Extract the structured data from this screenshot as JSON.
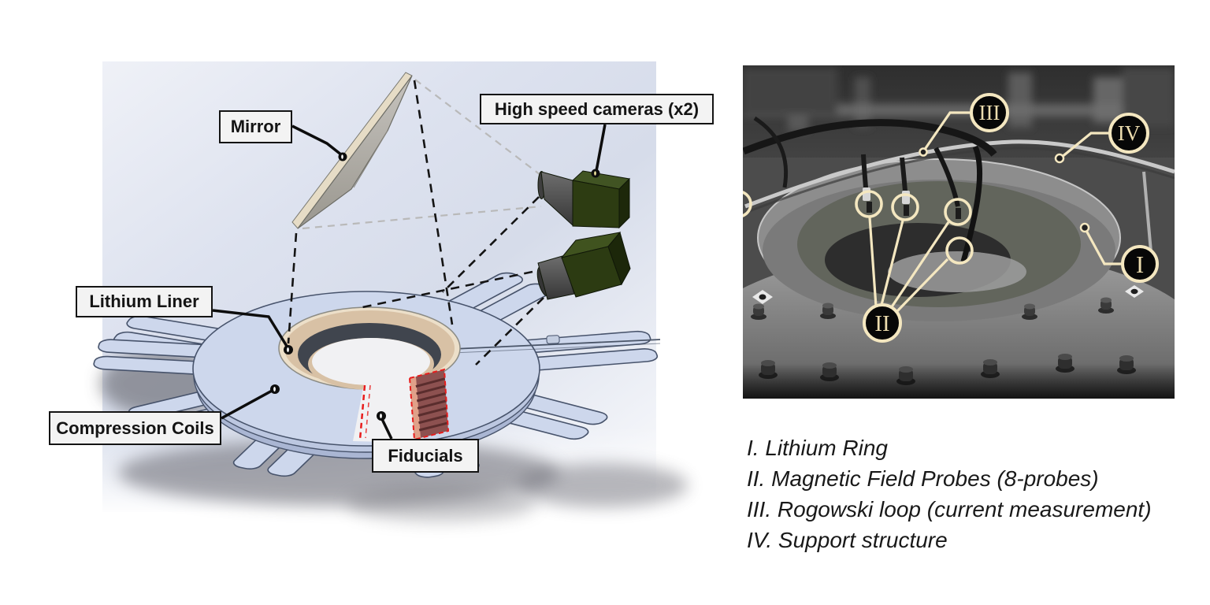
{
  "diagram": {
    "labels": {
      "mirror": "Mirror",
      "cameras": "High speed cameras (x2)",
      "liner": "Lithium Liner",
      "coils": "Compression Coils",
      "fiducials": "Fiducials"
    }
  },
  "photo": {
    "markers": [
      {
        "numeral": "I",
        "name": "Lithium Ring"
      },
      {
        "numeral": "II",
        "name": "Magnetic Field Probes (8-probes)"
      },
      {
        "numeral": "III",
        "name": "Rogowski loop (current measurement)"
      },
      {
        "numeral": "IV",
        "name": "Support structure"
      }
    ]
  },
  "legend": {
    "items": [
      "I. Lithium Ring",
      "II. Magnetic Field Probes (8-probes)",
      "III. Rogowski loop (current measurement)",
      "IV. Support structure"
    ]
  },
  "colors": {
    "annotation_cream": "#f4e7c0",
    "fiducial_red": "#e81c1c",
    "camera_green": "#2d3c12",
    "liner_tan": "#d8c1a5",
    "coil_blue": "#cdd7ec",
    "photo_gray": "#5a5a5a"
  }
}
